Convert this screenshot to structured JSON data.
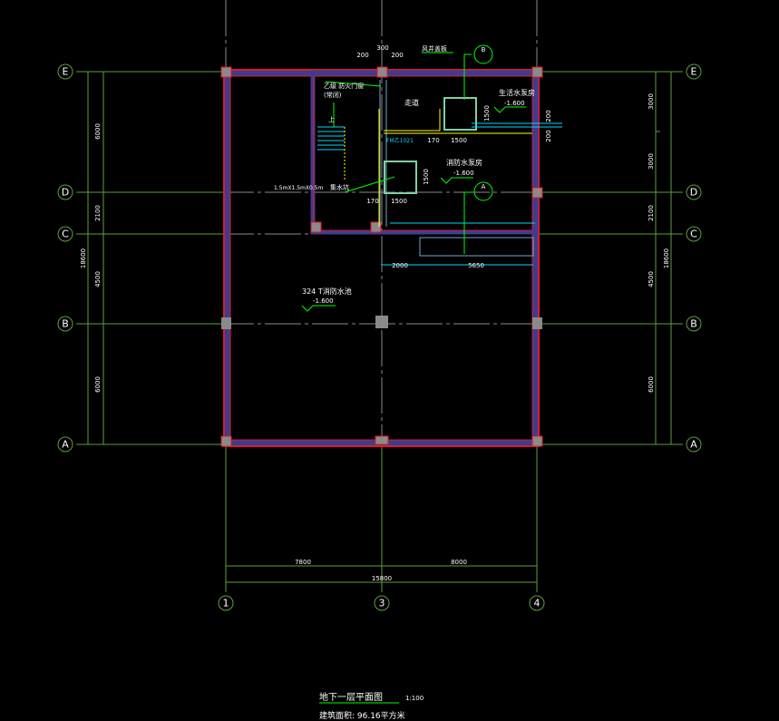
{
  "title": {
    "name": "地下一层平面图",
    "scale": "1:100",
    "area": "建筑面积: 96.16平方米"
  },
  "axes": {
    "rows": [
      "E",
      "D",
      "C",
      "B",
      "A"
    ],
    "cols": [
      "1",
      "3",
      "4"
    ]
  },
  "dims": {
    "left": [
      "6000",
      "2100",
      "4500",
      "6000"
    ],
    "left_total": "18600",
    "right": [
      "3000",
      "3000",
      "2100",
      "4500",
      "6000"
    ],
    "right_total": "18600",
    "bottom": [
      "7800",
      "8000"
    ],
    "bottom_total": "15800",
    "inner_top": [
      "200",
      "300",
      "200"
    ],
    "inner": [
      "170",
      "1500",
      "170",
      "1500",
      "1500",
      "1500",
      "2000",
      "5650",
      "200",
      "200"
    ]
  },
  "rooms": {
    "pool": "324 T消防水池",
    "pool_level": "-1.600",
    "fire_pump": "消防水泵房",
    "fire_pump_level": "-1.600",
    "domestic_pump": "生活水泵房",
    "domestic_pump_level": "-1.600",
    "corridor": "走道",
    "door_note": "乙级 防火门窗",
    "door_note2": "(常闭)",
    "up": "上",
    "sump": "集水坑",
    "sump_size": "1.5mX1.5mX0.5m",
    "vent": "风井盖板",
    "fm": "FM乙1021",
    "mark_b": "B",
    "mark_a": "A"
  }
}
